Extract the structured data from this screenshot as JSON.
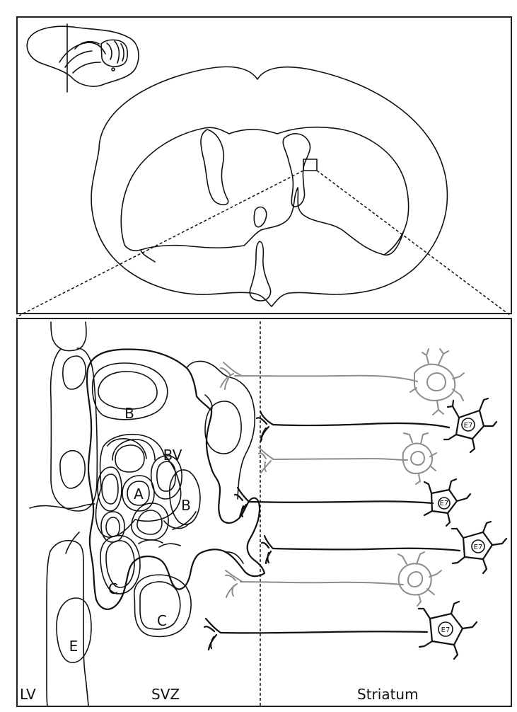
{
  "labels": {
    "ventricle": "LV",
    "subventricular_zone": "SVZ",
    "striatum": "Striatum",
    "blood_vessel": "BV",
    "cell_a": "A",
    "cell_b_upper": "B",
    "cell_b_lower": "B",
    "cell_c_left": "C",
    "cell_c_right": "C",
    "cell_e": "E",
    "neuron_tag_1": "E7",
    "neuron_tag_2": "E7",
    "neuron_tag_3": "E7",
    "neuron_tag_4": "E7"
  },
  "colors": {
    "ink": "#111111",
    "gray_neuron": "#8d8d8d",
    "background": "#ffffff"
  }
}
